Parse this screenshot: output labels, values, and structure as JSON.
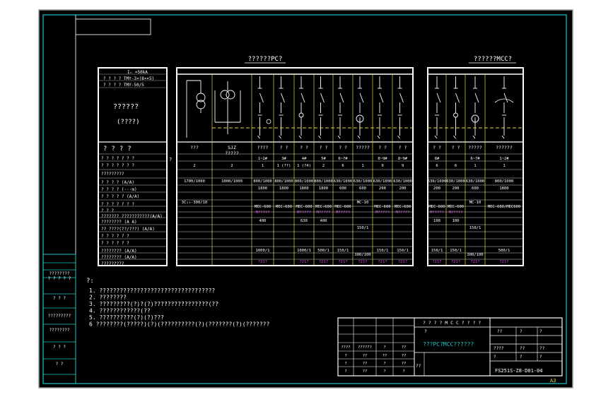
{
  "titles": {
    "pc": "??????PC?",
    "mcc": "??????MCC?"
  },
  "label_table": {
    "top": [
      "Iₙ =50kA",
      "? ? ? ?  TMY-3×(8××5)",
      "? ? ? ?  TMY-50/5"
    ],
    "main": "??????",
    "sub": "(????)",
    "header": "????",
    "side_mark": "?",
    "rows": [
      "? ? ? ? ? ? ?",
      "? ? ? ? ? ? ?",
      "?????????",
      "? ? ? ? (A/A)",
      "? ? ? ? (···m)",
      "? ? ? ? ? (A/A)",
      "? ? ? ? ? ? ?",
      "? ? ?",
      "???????  ???????????(A/A)",
      "????????  (A A)",
      "?? ????(??/???)  (A/A)",
      "? ? ? ? ? ?",
      "? ? ? ? ? ?",
      "????????  (A/A)",
      "????????  (A/A)",
      "?????????"
    ]
  },
  "pc": {
    "columns": [
      {
        "header": "???",
        "r1": "",
        "r2": "2",
        "r3": "1700/1000",
        "r4": "",
        "r5": "3C₁₁-300/10",
        "r6": "",
        "r7": "",
        "r8": "",
        "r9": "",
        "r10": "",
        "r11": "",
        "r12": ""
      },
      {
        "header": "SJZ\n?????",
        "r1": "",
        "r2": "2",
        "r3": "1000/1000",
        "r4": "",
        "r5": "",
        "r6": "",
        "r7": "",
        "r8": "",
        "r9": "",
        "r10": "",
        "r11": "",
        "r12": ""
      },
      {
        "header": "????",
        "r1": "1~2#",
        "r2": "1",
        "r3": "800/1000",
        "r4": "1800",
        "r5": "",
        "r6": "MEC-600",
        "r7": "M?????",
        "r8": "400",
        "r9": "",
        "r10": "1000/1",
        "r11": "",
        "r12": "?21?"
      },
      {
        "header": "? ?",
        "r1": "3#",
        "r2": "1 (??)",
        "r3": "800/1000",
        "r4": "1800",
        "r5": "",
        "r6": "MEC-600",
        "r7": "",
        "r8": "",
        "r9": "",
        "r10": "",
        "r11": "",
        "r12": ""
      },
      {
        "header": "? ?",
        "r1": "4#",
        "r2": "1 (?4)",
        "r3": "800/1000",
        "r4": "1800",
        "r5": "",
        "r6": "MEC-600",
        "r7": "M?????",
        "r8": "630",
        "r9": "",
        "r10": "1000/1",
        "r11": "",
        "r12": "?21?"
      },
      {
        "header": "? ?",
        "r1": "5#",
        "r2": "2",
        "r3": "800/1000",
        "r4": "1800",
        "r5": "",
        "r6": "MEC-600",
        "r7": "M?????",
        "r8": "400",
        "r9": "",
        "r10": "500/1",
        "r11": "",
        "r12": "?21?"
      },
      {
        "header": "? ?",
        "r1": "6~7#",
        "r2": "6",
        "r3": "630/1000",
        "r4": "600",
        "r5": "",
        "r6": "MEC-600",
        "r7": "M?????",
        "r8": "",
        "r9": "",
        "r10": "150/1",
        "r11": "",
        "r12": "?21?"
      },
      {
        "header": "?????",
        "r1": "",
        "r2": "1",
        "r3": "630/1000",
        "r4": "600",
        "r5": "MC-10",
        "r6": "",
        "r7": "",
        "r8": "",
        "r9": "150/1",
        "r10": "",
        "r11": "300/100",
        "r12": "?21?"
      },
      {
        "header": "? ?",
        "r1": "8~9#",
        "r2": "9",
        "r3": "630/1000",
        "r4": "200",
        "r5": "",
        "r6": "MEC-600",
        "r7": "M?????",
        "r8": "",
        "r9": "",
        "r10": "150/1",
        "r11": "",
        "r12": "?21?"
      },
      {
        "header": "? ?",
        "r1": "8~9#",
        "r2": "9",
        "r3": "630/1000",
        "r4": "200",
        "r5": "",
        "r6": "MEC-600",
        "r7": "M?????",
        "r8": "",
        "r9": "",
        "r10": "150/1",
        "r11": "",
        "r12": "?21?"
      }
    ]
  },
  "mcc": {
    "columns": [
      {
        "header": "? ?",
        "r1": "8#",
        "r2": "6",
        "r3": "630/1000",
        "r4": "200",
        "r5": "",
        "r6": "MEC-600",
        "r7": "M?????",
        "r8": "100",
        "r9": "",
        "r10": "150/1",
        "r11": "",
        "r12": "?21?"
      },
      {
        "header": "? ?",
        "r1": "",
        "r2": "6",
        "r3": "630/1000",
        "r4": "200",
        "r5": "",
        "r6": "MEC-600",
        "r7": "M?????",
        "r8": "100",
        "r9": "",
        "r10": "150/1",
        "r11": "",
        "r12": "?21?"
      },
      {
        "header": "?????",
        "r1": "6~7#",
        "r2": "1",
        "r3": "630/1000",
        "r4": "600",
        "r5": "MC-10",
        "r6": "",
        "r7": "",
        "r8": "",
        "r9": "150/1",
        "r10": "",
        "r11": "300/100",
        "r12": "?21?"
      },
      {
        "header": "??????",
        "r1": "1~2#",
        "r2": "1",
        "r3": "800/1000",
        "r4": "1800",
        "r5": "",
        "r6": "MEC-600/MEC600",
        "r7": "",
        "r8": "",
        "r9": "",
        "r10": "500/1",
        "r11": "",
        "r12": "?21?"
      }
    ]
  },
  "notes": {
    "heading": "?:",
    "lines": [
      "1.  ??????????????????????????????????",
      "2.  ????????",
      "3.  ?????????(?)?(?)????????????????(??",
      "4.  ????????????(??",
      "5.  ??????????(?)(?)???",
      "6 ????????(?????)(?)(??????????(?)(???????(?)(???????"
    ]
  },
  "revision_strip": [
    "????????\n? ? ? ? ?",
    "? ? ?",
    "?????????",
    "????????",
    "? ? ?",
    "? ?"
  ],
  "title_block": {
    "project": "? ? ? ? M C C ? ? ? ?",
    "project_suffix": "?",
    "drawing_title": "???PC?MCC??????",
    "material_label": "??",
    "right": [
      "??",
      "?",
      "?",
      "????",
      "??",
      "??",
      "?",
      "?",
      "?"
    ],
    "drawing_number": "FS251S-Z8-D01-04",
    "left_grid": [
      "????",
      "??????",
      "?",
      "??",
      "?",
      "??",
      "??",
      "??",
      "?",
      "??",
      "?",
      "??",
      "?",
      "??",
      "?",
      "?"
    ]
  },
  "sheet": {
    "size": "A3"
  }
}
